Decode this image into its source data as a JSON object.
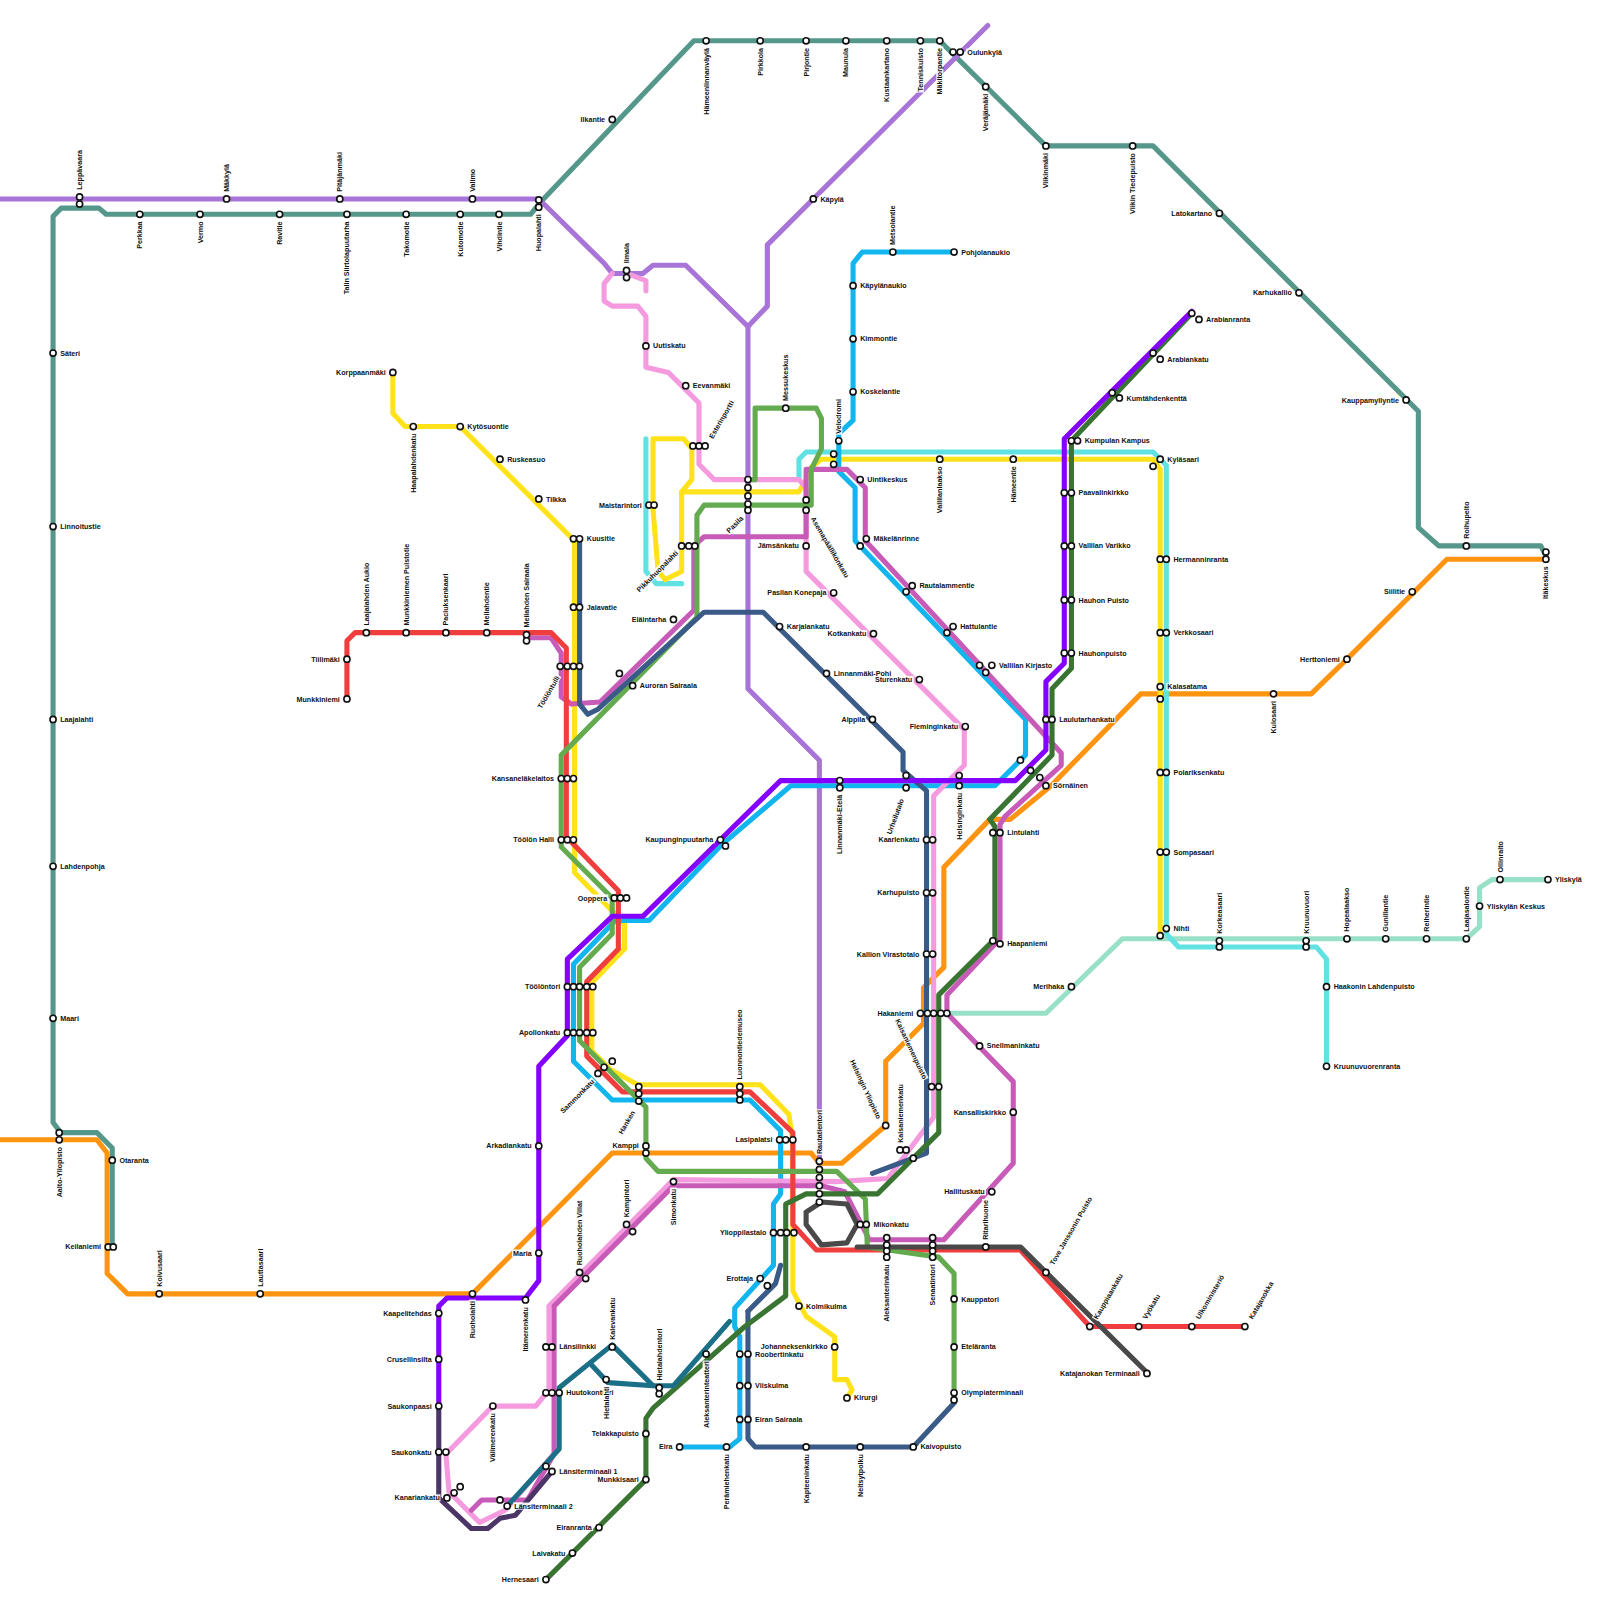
{
  "diagram": {
    "labels": [
      "Leppävaara",
      "Perkkaa",
      "Vermo",
      "Mäkkylä",
      "Ravitie",
      "Pitäjänmäki",
      "Talin Siirtolapuutarha",
      "Takomotie",
      "Kutomotie",
      "Valimo",
      "Vihdintie",
      "Huopalahti",
      "Ilkantie",
      "Hämeenlinnanväylä",
      "Pirkkola",
      "Pirjontie",
      "Maunula",
      "Kustaankartano",
      "Tenniskuisto",
      "Mäkitorpantie",
      "Oulunkylä",
      "Veräjämäki",
      "Viikinmäki",
      "Viikin Tiedepuisto",
      "Latokartano",
      "Karhukallio",
      "Kauppamyllyntie",
      "Roihupelto",
      "Itäkeskus",
      "Siilitie",
      "Herttoniemi",
      "Kulosaari",
      "Kalasatama",
      "Säteri",
      "Linnoitustie",
      "Laajalahti",
      "Lahdenpohja",
      "Maari",
      "Aalto-Yliopisto",
      "Otaranta",
      "Keilaniemi",
      "Koivusaari",
      "Lauttasaari",
      "Ruoholahti",
      "Korppaanmäki",
      "Haapalahdenkatu",
      "Kytösuontie",
      "Ruskeasuo",
      "Tilkka",
      "Kuusitie",
      "Jalavatie",
      "Tiilimäki",
      "Munkkiniemi",
      "Laajalahden Aukio",
      "Munkkiniemen Puistotie",
      "Paciuksenkaari",
      "Meilahdentie",
      "Meilahden Sairaala",
      "Töölöntulli",
      "Kansaneläkelaitos",
      "Töölön Halli",
      "Ooppera",
      "Töölöntori",
      "Apollonkatu",
      "Sammonkatu",
      "Hanken",
      "Kaupunginpuutarha",
      "Luonnontiedemuseo",
      "Lasipalatsi",
      "Kamppi",
      "Simonkatu",
      "Kampintori",
      "Ruoholahden Villat",
      "Arkadiankatu",
      "Maria",
      "Itämerenkatu",
      "Kaapelitehdas",
      "Crusellinsilta",
      "Saukonpaasi",
      "Saukonkatu",
      "Kanariankatu",
      "Välimerenkatu",
      "Länsilinkki",
      "Kalevankatu",
      "Huutokonttori",
      "Hietalahti",
      "Hietalahdentori",
      "Länsiterminaali 1",
      "Länsiterminaali 2",
      "Telakkapuisto",
      "Munkkisaari",
      "Eiranranta",
      "Laivakatu",
      "Hernesaari",
      "Aleksanterinteatteri",
      "Eira",
      "Perämiehenkatu",
      "Roobertinkatu",
      "Viiskulma",
      "Eiran Sairaala",
      "Kapteeninkatu",
      "Neitsytpolku",
      "Kaivopuisto",
      "Erottaja",
      "Ylioppilastalo",
      "Kolmikulma",
      "Johanneksenkirkko",
      "Kirurgi",
      "Rautatientori",
      "Mikonkatu",
      "Aleksanterinkatu",
      "Senaatintori",
      "Ritarihuone",
      "Tove Janssonin Puisto",
      "Kauppiaankatu",
      "Vyökatu",
      "Ulkoministeriö",
      "Katajanokka",
      "Katajanokan Terminaali",
      "Kauppatori",
      "Eteläranta",
      "Olympiaterminaali",
      "Hallituskatu",
      "Kansalliskirkko",
      "Snellmaninkatu",
      "Hakaniemi",
      "Kaisaniemenpuisto",
      "Helsingin Yliopisto",
      "Kaisaniemenkatu",
      "Kallion Virastotalo",
      "Karhupuisto",
      "Kaarlenkatu",
      "Urheilutalo",
      "Helsinginkatu",
      "Linnanmäki-Etelä",
      "Alppila",
      "Linnanmäki-Pohj",
      "Karjalankatu",
      "Sturenkatu",
      "Kotkankatu",
      "Fleminginkatu",
      "Pasilan Konepaja",
      "Jämsänkatu",
      "Asemapäällikönkatu",
      "Pasila",
      "Messukeskus",
      "Velodromi",
      "Metsolantie",
      "Pohjolanaukio",
      "Käpylänaukio",
      "Kimmontie",
      "Koskelantie",
      "Käpylä",
      "Ilmala",
      "Uutiskatu",
      "Esterinportti",
      "Eevanmäki",
      "Maistarintori",
      "Pikkuhuopalahti",
      "Eläintarha",
      "Auroran Sairaala",
      "Uintikeskus",
      "Mäkelänrinne",
      "Rautalammentie",
      "Hattulantie",
      "Vallilan Kirjasto",
      "Vallilanlaakso",
      "Hämeentie",
      "Kyläsaari",
      "Hermanninranta",
      "Verkkosaari",
      "Polariksenkatu",
      "Sompasaari",
      "Nihti",
      "Korkeasaari",
      "Kruunuvuori",
      "Hopealaakso",
      "Gunillantie",
      "Reiherintie",
      "Laajasalontie",
      "Yliskylän Keskus",
      "Ollinraito",
      "Yliskylä",
      "Merihaka",
      "Haakonin Lahdenpuisto",
      "Kruunuvuorenranta",
      "Haapaniemi",
      "Lintulahti",
      "Sörnäinen",
      "Laulutarhankatu",
      "Hauhonpuisto",
      "Hauhon Puisto",
      "Vallilan Varikko",
      "Paavalinkirkko",
      "Kumpulan Kampus",
      "Kumtähdenkenttä",
      "Arabiankatu",
      "Arabianranta"
    ]
  }
}
